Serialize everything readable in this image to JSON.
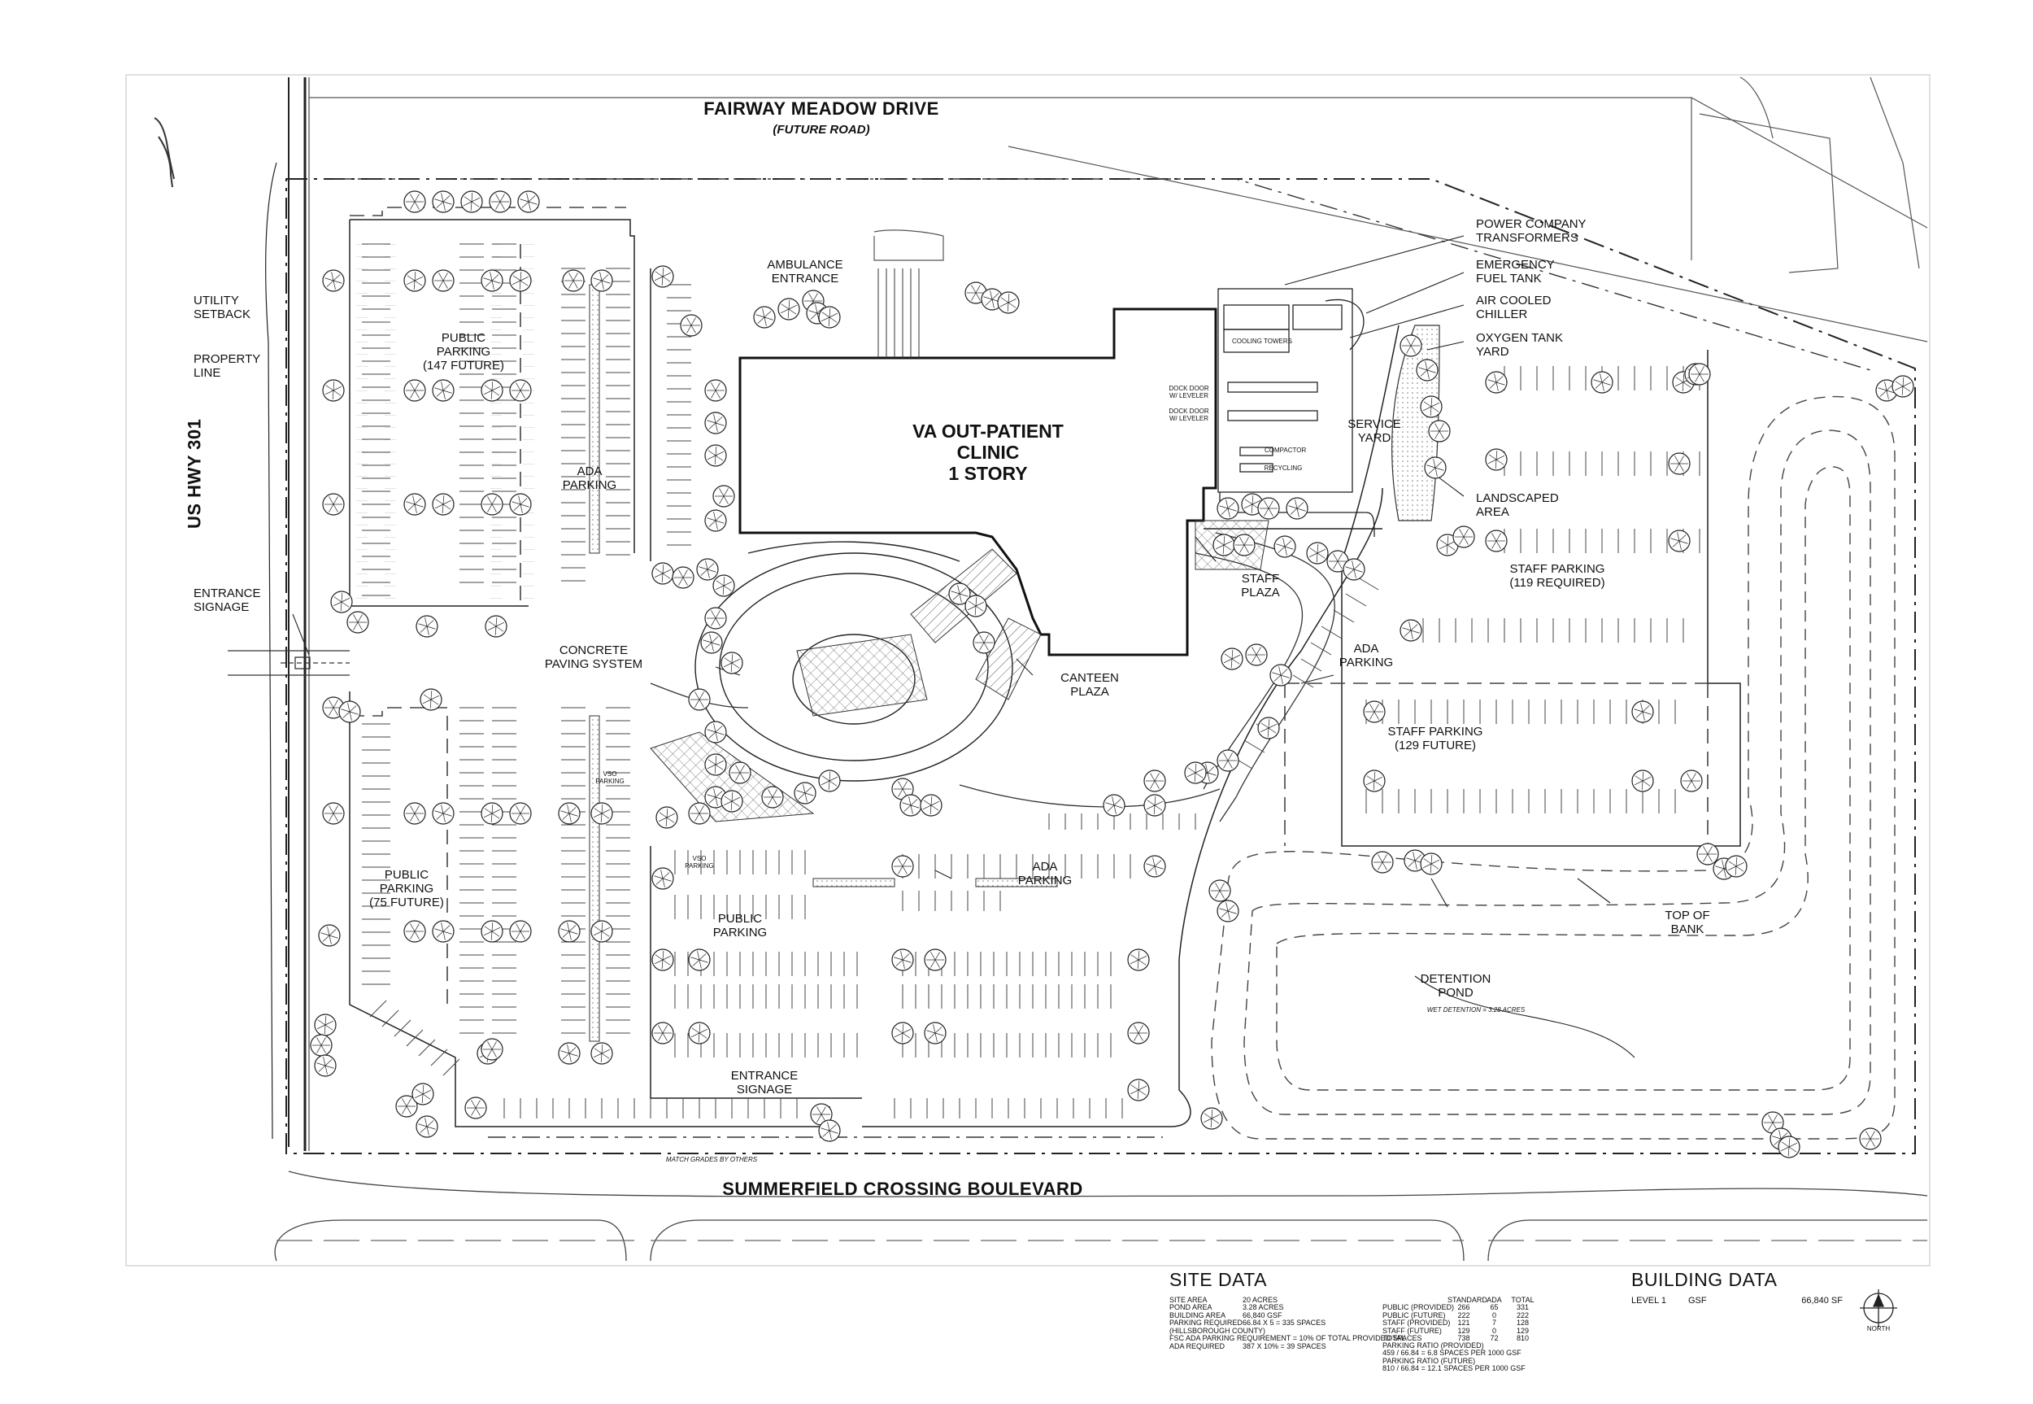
{
  "roads": {
    "north": "FAIRWAY MEADOW DRIVE",
    "north_sub": "(FUTURE ROAD)",
    "south": "SUMMERFIELD CROSSING BOULEVARD",
    "west": "US HWY 301"
  },
  "building": {
    "name_line1": "VA OUT-PATIENT",
    "name_line2": "CLINIC",
    "name_line3": "1 STORY"
  },
  "labels": {
    "utility_setback": [
      "UTILITY",
      "SETBACK"
    ],
    "property_line": [
      "PROPERTY",
      "LINE"
    ],
    "entrance_signage_w": [
      "ENTRANCE",
      "SIGNAGE"
    ],
    "entrance_signage_s": [
      "ENTRANCE",
      "SIGNAGE"
    ],
    "public_parking_147": [
      "PUBLIC",
      "PARKING",
      "(147 FUTURE)"
    ],
    "public_parking_75": [
      "PUBLIC",
      "PARKING",
      "(75 FUTURE)"
    ],
    "public_parking_c": [
      "PUBLIC",
      "PARKING"
    ],
    "ada_parking_w": [
      "ADA",
      "PARKING"
    ],
    "ada_parking_c": [
      "ADA",
      "PARKING"
    ],
    "ada_parking_e": [
      "ADA",
      "PARKING"
    ],
    "concrete_paving": [
      "CONCRETE",
      "PAVING SYSTEM"
    ],
    "ambulance": [
      "AMBULANCE",
      "ENTRANCE"
    ],
    "canteen": [
      "CANTEEN",
      "PLAZA"
    ],
    "staff_plaza": [
      "STAFF",
      "PLAZA"
    ],
    "service_yard": [
      "SERVICE",
      "YARD"
    ],
    "power_company": [
      "POWER COMPANY",
      "TRANSFORMERS"
    ],
    "emergency_fuel": [
      "EMERGENCY",
      "FUEL TANK"
    ],
    "air_cooled": [
      "AIR COOLED",
      "CHILLER"
    ],
    "oxygen_tank": [
      "OXYGEN TANK",
      "YARD"
    ],
    "landscaped": [
      "LANDSCAPED",
      "AREA"
    ],
    "staff_parking_119": [
      "STAFF PARKING",
      "(119 REQUIRED)"
    ],
    "staff_parking_129": [
      "STAFF PARKING",
      "(129 FUTURE)"
    ],
    "top_of_bank": [
      "TOP OF",
      "BANK"
    ],
    "detention_pond": [
      "DETENTION",
      "POND"
    ],
    "wet_detention": "WET DETENTION = 3.28 ACRES",
    "cooling_towers": "COOLING TOWERS",
    "compactor": "COMPACTOR",
    "recycling": "RECYCLING",
    "dock_door_1": [
      "DOCK DOOR",
      "W/ LEVELER"
    ],
    "dock_door_2": [
      "DOCK DOOR",
      "W/ LEVELER"
    ],
    "vso_parking_1": [
      "VSO",
      "PARKING"
    ],
    "vso_parking_2": [
      "VSO",
      "PARKING"
    ],
    "match_grades": "MATCH GRADES BY OTHERS",
    "north_arrow": "NORTH"
  },
  "site_data": {
    "title": "SITE DATA",
    "left_rows": [
      [
        "SITE AREA",
        "20 ACRES"
      ],
      [
        "POND AREA",
        "3.28 ACRES"
      ],
      [
        "BUILDING AREA",
        "66,840 GSF"
      ],
      [
        "PARKING REQUIRED",
        "66.84 X 5 = 335 SPACES"
      ],
      [
        "(HILLSBOROUGH COUNTY)",
        ""
      ],
      [
        "FSC ADA PARKING REQUIREMENT = 10% OF TOTAL PROVIDED SPACES",
        ""
      ],
      [
        "ADA REQUIRED",
        "387 X 10% = 39 SPACES"
      ]
    ],
    "right_header": [
      "",
      "STANDARD",
      "ADA",
      "TOTAL"
    ],
    "right_rows": [
      [
        "PUBLIC (PROVIDED)",
        "266",
        "65",
        "331"
      ],
      [
        "PUBLIC (FUTURE)",
        "222",
        "0",
        "222"
      ],
      [
        "STAFF (PROVIDED)",
        "121",
        "7",
        "128"
      ],
      [
        "STAFF (FUTURE)",
        "129",
        "0",
        "129"
      ],
      [
        "TOTAL",
        "738",
        "72",
        "810"
      ]
    ],
    "ratio_lines": [
      "PARKING RATIO (PROVIDED)",
      "459 / 66.84 = 6.8 SPACES PER 1000 GSF",
      "PARKING RATIO (FUTURE)",
      "810 / 66.84 = 12.1 SPACES PER 1000 GSF"
    ]
  },
  "building_data": {
    "title": "BUILDING DATA",
    "level": "LEVEL 1",
    "unit": "GSF",
    "area": "66,840 SF"
  }
}
